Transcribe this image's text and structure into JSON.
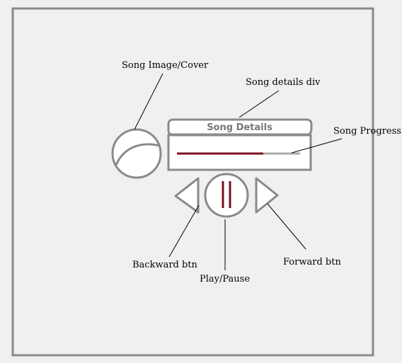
{
  "labels": {
    "song_image": "Song Image/Cover",
    "song_details_div": "Song details div",
    "song_progress": "Song Progress",
    "backward_btn": "Backward btn",
    "play_pause": "Play/Pause",
    "forward_btn": "Forward btn"
  },
  "song_details": {
    "title": "Song Details",
    "progress": 0.7
  },
  "colors": {
    "outline": "#8a8a8a",
    "fill": "#ffffff",
    "accent": "#7a1020",
    "track": "#aaaaaa",
    "background": "#f0f0f0"
  }
}
